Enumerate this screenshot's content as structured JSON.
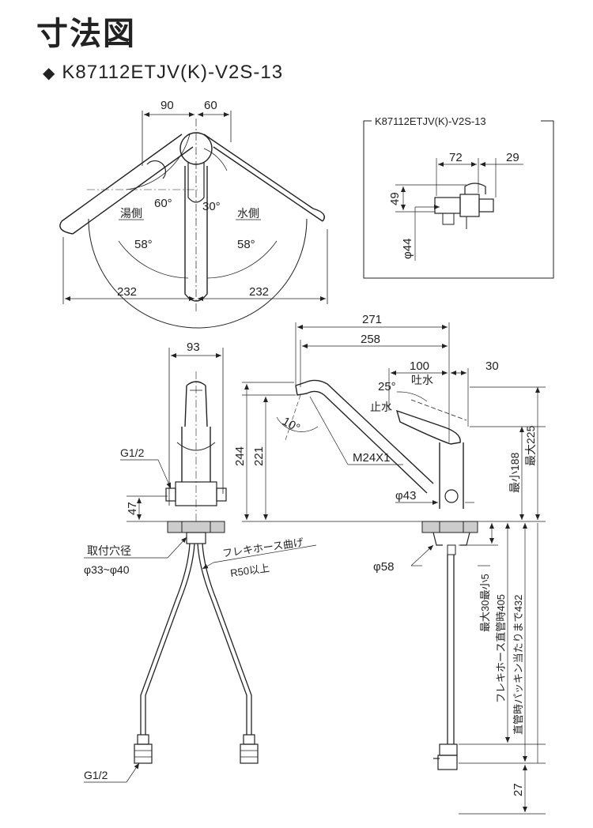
{
  "title": "寸法図",
  "model_heading": "K87112ETJV(K)-V2S-13",
  "heading_bullet": "◆",
  "top_view": {
    "dim_left": "90",
    "dim_right": "60",
    "angle_60": "60°",
    "angle_30": "30°",
    "hot_side": "湯側",
    "cold_side": "水側",
    "angle_58_left": "58°",
    "angle_58_right": "58°",
    "width_left": "232",
    "width_right": "232"
  },
  "inset": {
    "title": "K87112ETJV(K)-V2S-13",
    "dim_72": "72",
    "dim_29": "29",
    "dim_49": "49",
    "dim_phi44": "φ44"
  },
  "front_view": {
    "dim_93": "93",
    "thread_top": "G1/2",
    "dim_47": "47",
    "hole_label": "取付穴径",
    "hole_range": "φ33~φ40",
    "hose_bend_1": "フレキホース曲げ",
    "hose_bend_2": "R50以上",
    "thread_bottom": "G1/2"
  },
  "side_view": {
    "dim_271": "271",
    "dim_258": "258",
    "dim_100": "100",
    "dim_30": "30",
    "angle_25": "25°",
    "water_out": "吐水",
    "water_stop": "止水",
    "angle_10": "10°",
    "dim_244": "244",
    "dim_221": "221",
    "thread_m24": "M24X1",
    "dim_phi43": "φ43",
    "min_188": "最小188",
    "max_225": "最大225",
    "dim_phi58": "φ58",
    "max_30_min_5": "最大30最小5",
    "hose_straight_405": "フレキホース直管時405",
    "straight_packing_432": "直管時パッキン当たりまで432",
    "dim_27": "27"
  }
}
